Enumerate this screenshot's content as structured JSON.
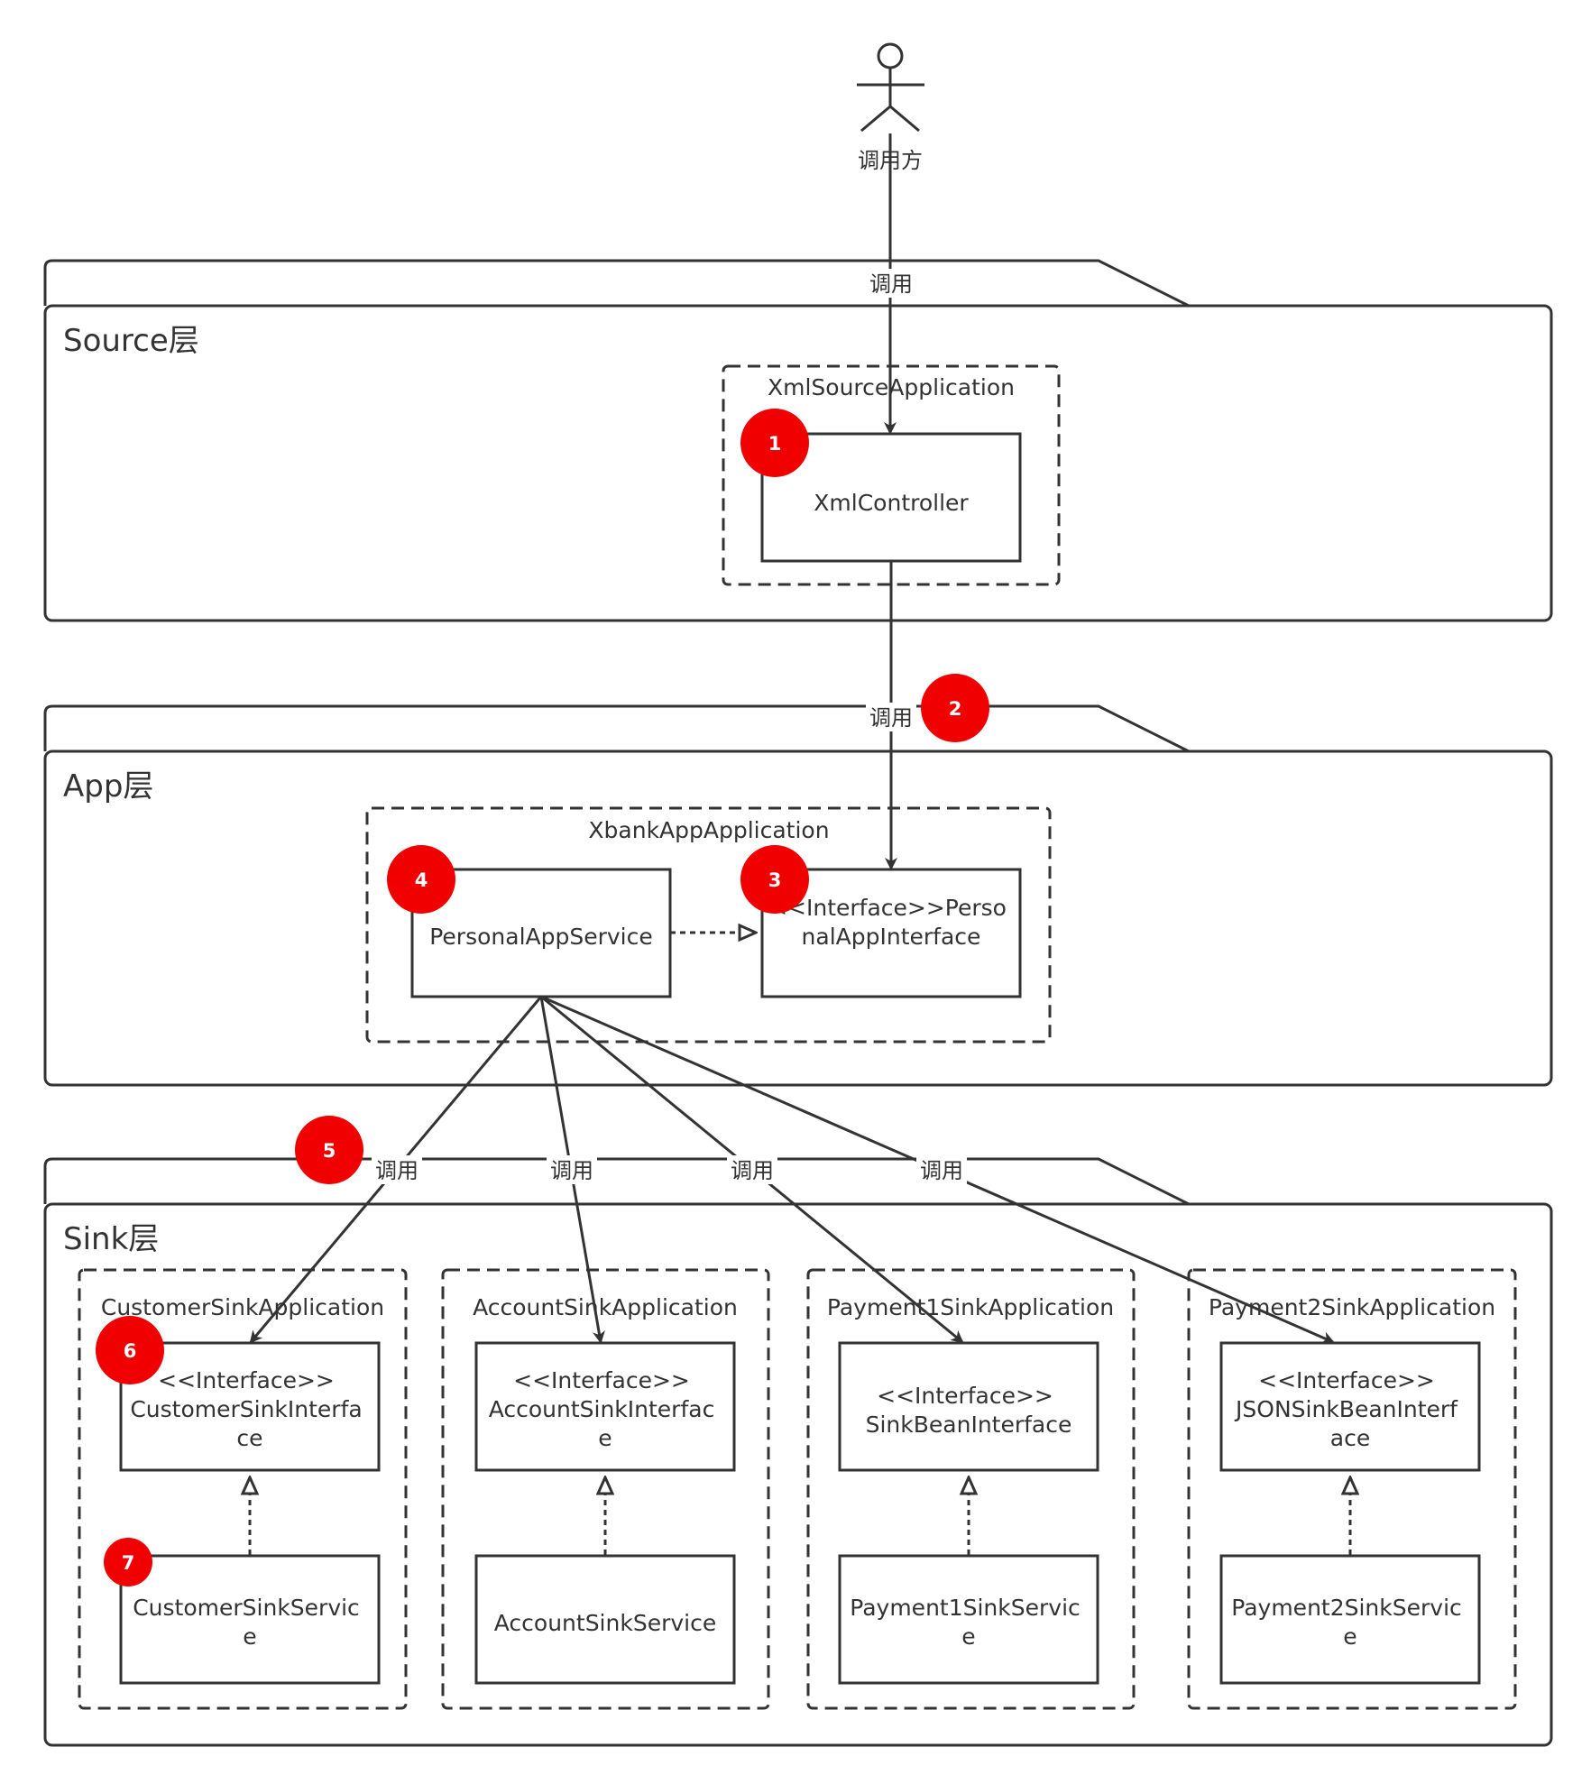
{
  "actor": {
    "label": "调用方"
  },
  "layers": {
    "source": {
      "label": "Source层"
    },
    "app": {
      "label": "App层"
    },
    "sink": {
      "label": "Sink层"
    }
  },
  "applications": {
    "xml_source": "XmlSourceApplication",
    "xbank_app": "XbankAppApplication",
    "customer_sink": "CustomerSinkApplication",
    "account_sink": "AccountSinkApplication",
    "payment1_sink": "Payment1SinkApplication",
    "payment2_sink": "Payment2SinkApplication"
  },
  "boxes": {
    "xml_controller": [
      "XmlController"
    ],
    "personal_app_service": [
      "PersonalAppService"
    ],
    "personal_app_interface": [
      "<<Interface>>Perso",
      "nalAppInterface"
    ],
    "customer_sink_interface": [
      "<<Interface>>",
      "CustomerSinkInterfa",
      "ce"
    ],
    "customer_sink_service": [
      "CustomerSinkServic",
      "e"
    ],
    "account_sink_interface": [
      "<<Interface>>",
      "AccountSinkInterfac",
      "e"
    ],
    "account_sink_service": [
      "AccountSinkService"
    ],
    "sink_bean_interface": [
      "<<Interface>>",
      "SinkBeanInterface"
    ],
    "payment1_sink_service": [
      "Payment1SinkServic",
      "e"
    ],
    "json_sink_bean_interface": [
      "<<Interface>>",
      "JSONSinkBeanInterf",
      "ace"
    ],
    "payment2_sink_service": [
      "Payment2SinkServic",
      "e"
    ]
  },
  "edges": {
    "call_label": "调用"
  },
  "badges": [
    "1",
    "2",
    "3",
    "4",
    "5",
    "6",
    "7"
  ],
  "colors": {
    "badge": "#f00000",
    "stroke": "#333333"
  }
}
